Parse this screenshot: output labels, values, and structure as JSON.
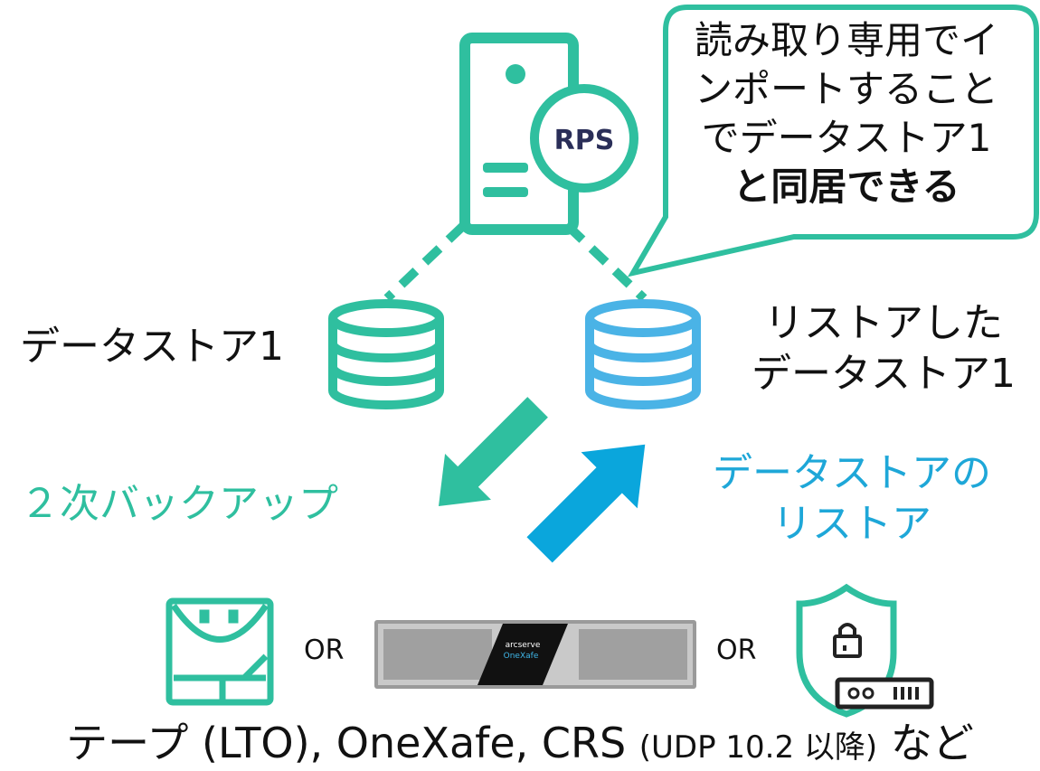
{
  "server": {
    "badge": "RPS"
  },
  "bubble": {
    "line1": "読み取り専用でイ",
    "line2": "ンポートすること",
    "line3": "でデータストア1",
    "line4": "と同居できる"
  },
  "datastore_left": {
    "label": "データストア1"
  },
  "datastore_right": {
    "line1": "リストアした",
    "line2": "データストア1"
  },
  "arrow_backup": {
    "label": "２次バックアップ"
  },
  "arrow_restore": {
    "line1": "データストアの",
    "line2": "リストア"
  },
  "devices": {
    "or1": "OR",
    "or2": "OR",
    "appliance_brand": "arcserve",
    "appliance_model": "OneXafe",
    "caption_main": "テープ (LTO), OneXafe, CRS",
    "caption_small": "(UDP 10.2 以降)",
    "caption_end": "など"
  },
  "colors": {
    "teal": "#2fbf9f",
    "blue": "#4ab3e6",
    "arrow_blue": "#0aa6dc"
  }
}
